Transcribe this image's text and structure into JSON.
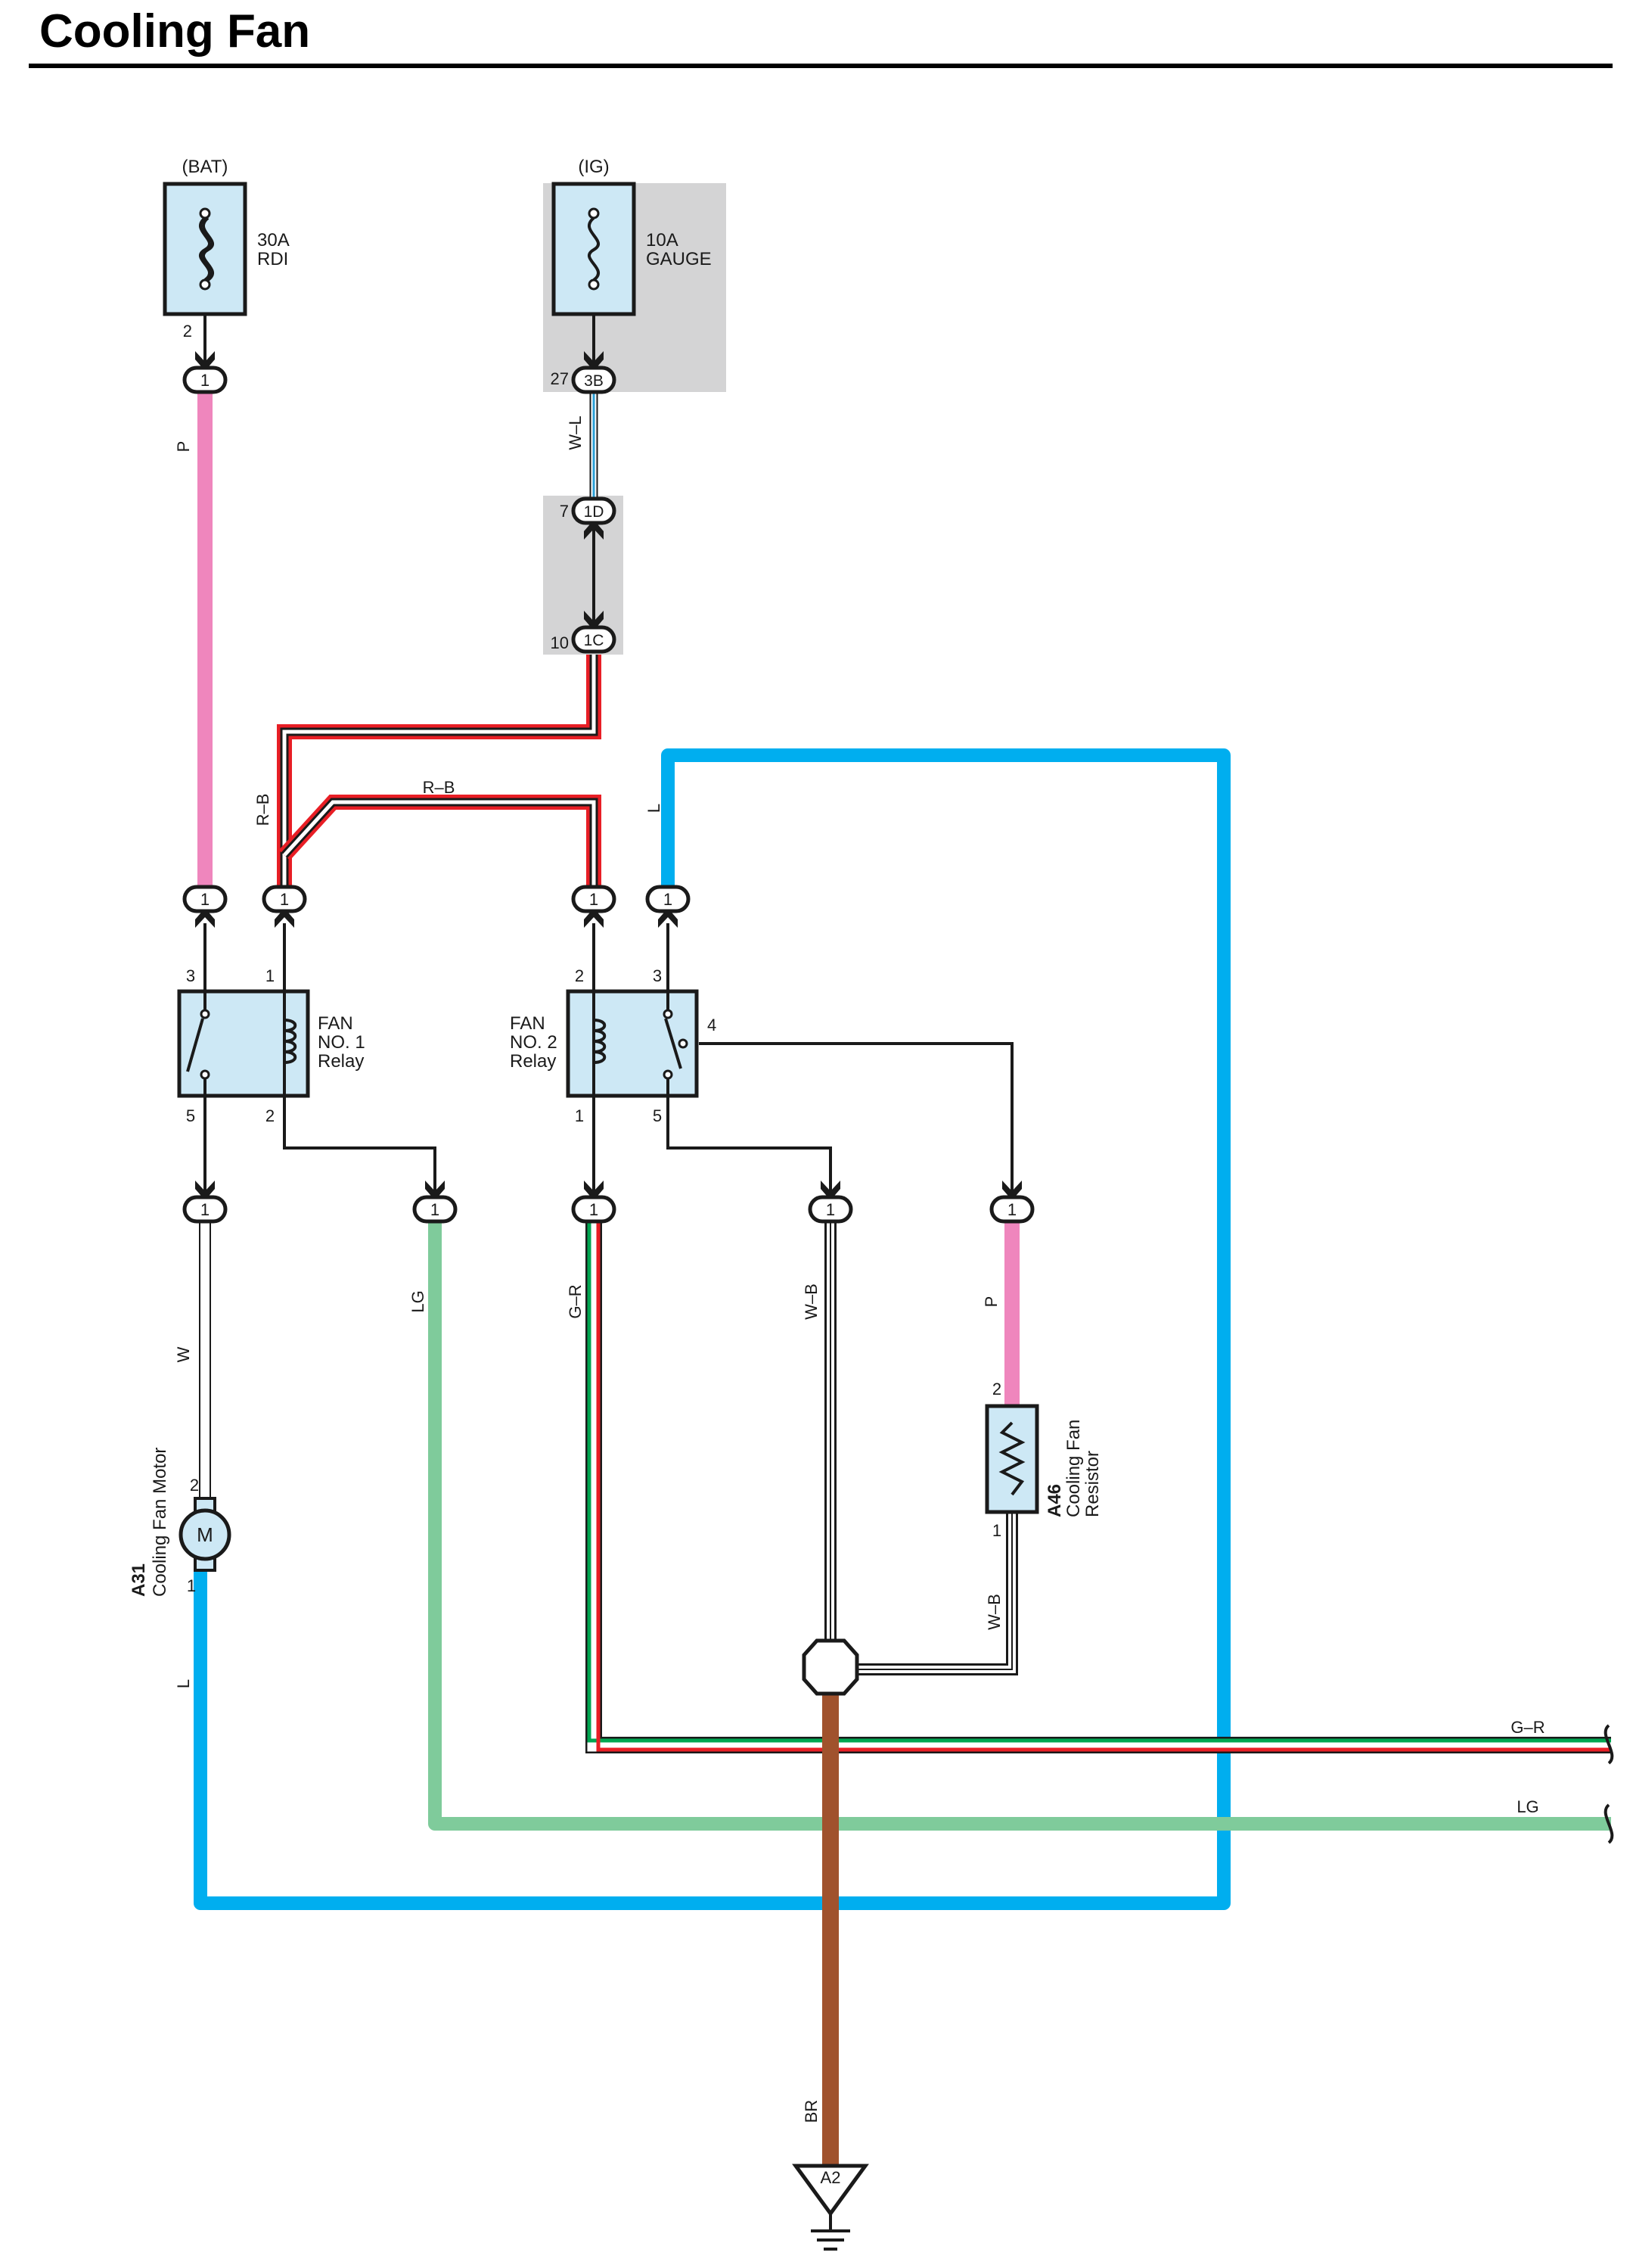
{
  "title": "Cooling Fan",
  "colors": {
    "box_fill": "#cde8f5",
    "shade": "#d4d4d5",
    "pink": "#ef86bd",
    "red": "#e81e25",
    "blue": "#00aeef",
    "light_green": "#7fcb9b",
    "green": "#00a651",
    "brown": "#a0522d",
    "wire_blue": "#2a9fd6"
  },
  "labels": {
    "bat": "(BAT)",
    "ig": "(IG)",
    "fuse1_amp": "30A",
    "fuse1_name": "RDI",
    "fuse2_amp": "10A",
    "fuse2_name": "GAUGE",
    "fan1_line1": "FAN",
    "fan1_line2": "NO. 1",
    "fan1_line3": "Relay",
    "fan2_line1": "FAN",
    "fan2_line2": "NO. 2",
    "fan2_line3": "Relay",
    "motor_code": "A31",
    "motor_name": "Cooling Fan Motor",
    "motor_letter": "M",
    "resistor_code": "A46",
    "resistor_line1": "Cooling Fan",
    "resistor_line2": "Resistor",
    "ground_code": "A2"
  },
  "connectors": {
    "one": "1",
    "c3B": "3B",
    "c1D": "1D",
    "c1C": "1C"
  },
  "pins": {
    "p2": "2",
    "p27": "27",
    "p7": "7",
    "p10": "10",
    "p3": "3",
    "p1": "1",
    "p5": "5",
    "p4": "4"
  },
  "wires": {
    "P": "P",
    "WL": "W–L",
    "RB": "R–B",
    "L": "L",
    "W": "W",
    "LG": "LG",
    "GR": "G–R",
    "WB": "W–B",
    "BR": "BR"
  }
}
